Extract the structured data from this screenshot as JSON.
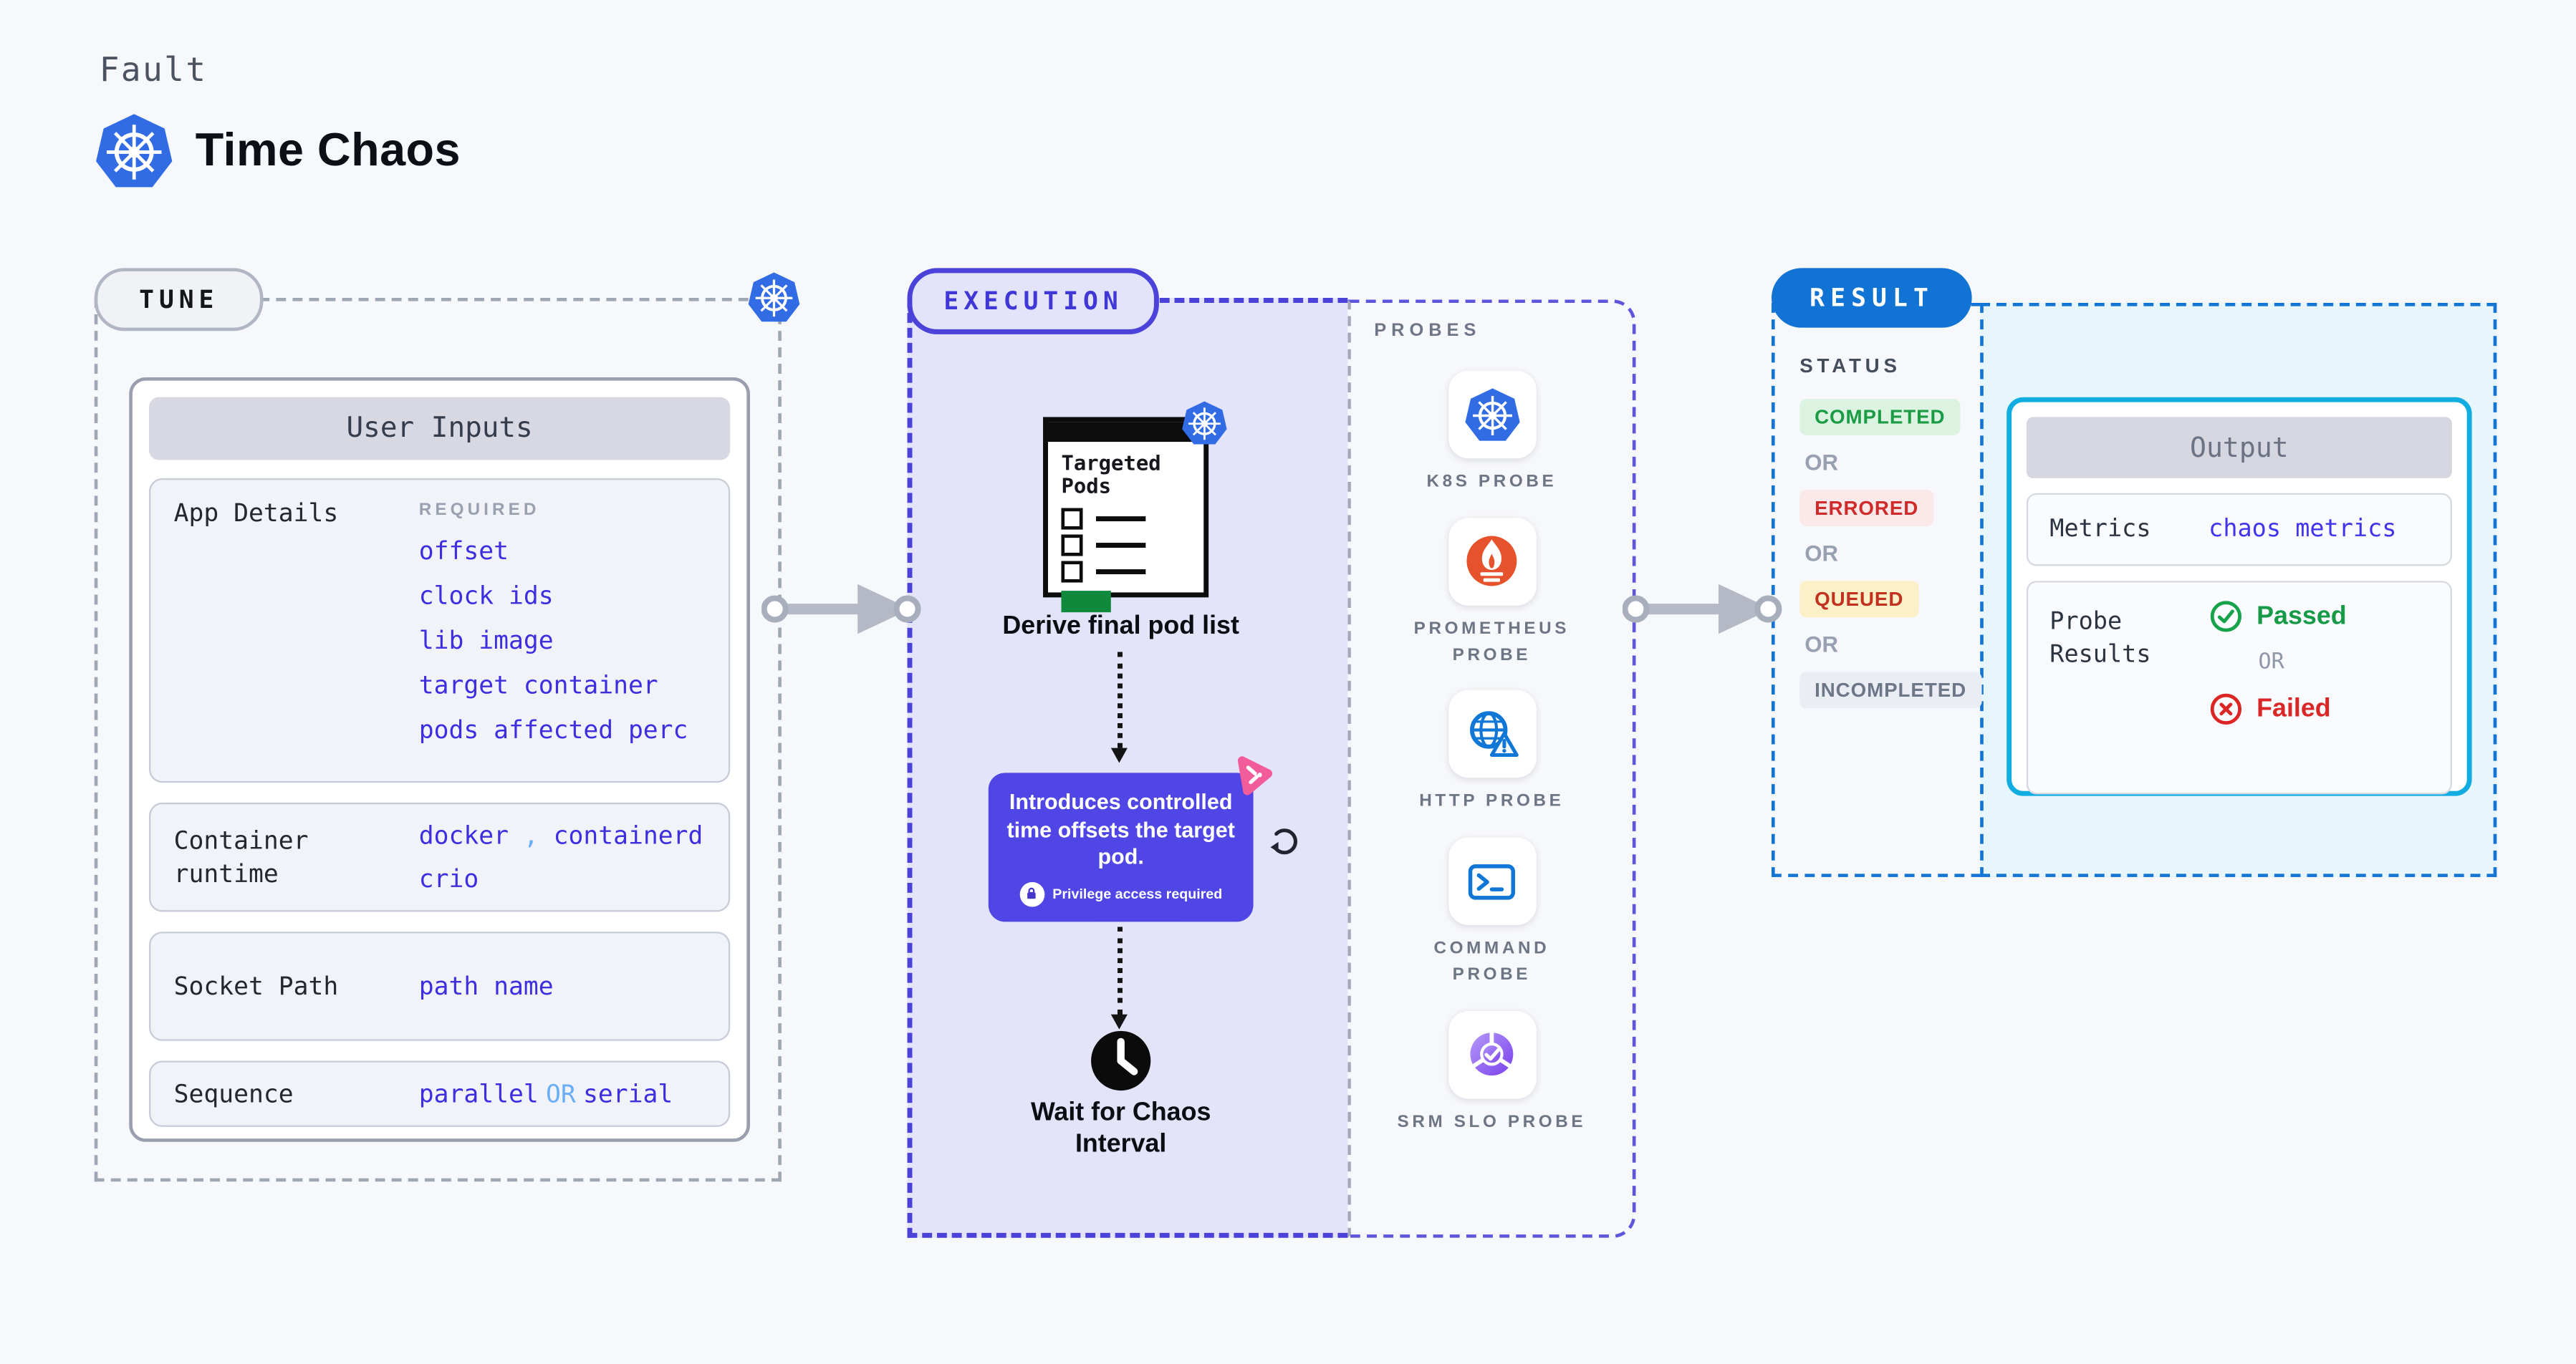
{
  "colors": {
    "page_bg": "#f7f8fb",
    "k8s_blue": "#326ce5",
    "execution_indigo": "#4b42d9",
    "execution_bg": "#e3e3fa",
    "tooltip_bg": "#4f46e5",
    "result_blue": "#1173d3",
    "output_border_cyan": "#12ade0",
    "link_blue": "#3d2ee0",
    "link_light_blue": "#6aaef8",
    "passed_green": "#169a47",
    "failed_red": "#d92626",
    "arrow_gray": "#b4b9c5",
    "green_bar": "#0f8a3d",
    "prometheus_orange": "#e6522c"
  },
  "header": {
    "kicker": "Fault",
    "title": "Time Chaos"
  },
  "tune": {
    "badge": "TUNE",
    "panel_title": "User Inputs",
    "app_details": {
      "label": "App Details",
      "tag": "REQUIRED",
      "links": [
        "offset",
        "clock ids",
        "lib image",
        "target container",
        "pods affected perc"
      ]
    },
    "container_runtime": {
      "label": "Container runtime",
      "value1": "docker",
      "comma": ",",
      "value2": "containerd",
      "value3": "crio"
    },
    "socket_path": {
      "label": "Socket Path",
      "value": "path name"
    },
    "sequence": {
      "label": "Sequence",
      "value1": "parallel",
      "or": "OR",
      "value2": "serial"
    }
  },
  "execution": {
    "badge": "EXECUTION",
    "pod_card_title": "Targeted Pods",
    "derive_label": "Derive final pod list",
    "tooltip": {
      "text": "Introduces controlled time offsets the target pod.",
      "note": "Privilege access required"
    },
    "wait_label": "Wait for Chaos Interval"
  },
  "probes": {
    "title": "PROBES",
    "items": [
      {
        "label": "K8S PROBE",
        "icon": "k8s-icon"
      },
      {
        "label": "PROMETHEUS PROBE",
        "icon": "prometheus-icon"
      },
      {
        "label": "HTTP PROBE",
        "icon": "http-globe-icon"
      },
      {
        "label": "COMMAND PROBE",
        "icon": "terminal-icon"
      },
      {
        "label": "SRM SLO PROBE",
        "icon": "srm-slo-icon"
      }
    ]
  },
  "result": {
    "badge": "RESULT",
    "status": {
      "title": "STATUS",
      "or": "OR",
      "badges": [
        {
          "label": "COMPLETED",
          "type": "success"
        },
        {
          "label": "ERRORED",
          "type": "error"
        },
        {
          "label": "QUEUED",
          "type": "warning"
        },
        {
          "label": "INCOMPLETED",
          "type": "neutral"
        }
      ]
    },
    "output": {
      "title": "Output",
      "metrics_label": "Metrics",
      "metrics_value": "chaos metrics",
      "probe_label": "Probe Results",
      "passed": "Passed",
      "or": "OR",
      "failed": "Failed"
    }
  }
}
